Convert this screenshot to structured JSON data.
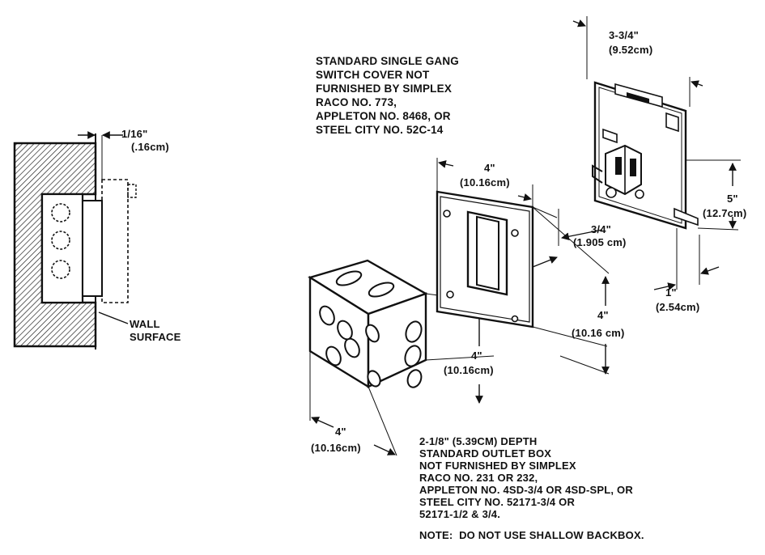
{
  "side_view": {
    "gap_dim": {
      "imperial": "1/16\"",
      "metric": "(.16cm)"
    },
    "wall_label": [
      "WALL",
      "SURFACE"
    ]
  },
  "switch_cover_note": [
    "STANDARD SINGLE GANG",
    "SWITCH COVER NOT",
    "FURNISHED BY SIMPLEX",
    "RACO NO. 773,",
    "APPLETON NO. 8468, OR",
    "STEEL CITY NO. 52C-14"
  ],
  "dimensions": {
    "device_width": {
      "imperial": "3-3/4\"",
      "metric": "(9.52cm)"
    },
    "device_height": {
      "imperial": "5\"",
      "metric": "(12.7cm)"
    },
    "device_depth": {
      "imperial": "1\"",
      "metric": "(2.54cm)"
    },
    "ring_width": {
      "imperial": "4\"",
      "metric": "(10.16cm)"
    },
    "ring_depth": {
      "imperial": "3/4\"",
      "metric": "(1.905 cm)"
    },
    "ring_height": {
      "imperial": "4\"",
      "metric": "(10.16 cm)"
    },
    "box_height": {
      "imperial": "4\"",
      "metric": "(10.16cm)"
    },
    "box_width": {
      "imperial": "4\"",
      "metric": "(10.16cm)"
    }
  },
  "outlet_box_note": [
    "2-1/8\" (5.39CM) DEPTH",
    "STANDARD OUTLET BOX",
    "NOT FURNISHED BY SIMPLEX",
    "RACO NO. 231 OR 232,",
    "APPLETON NO. 4SD-3/4 OR 4SD-SPL, OR",
    "STEEL CITY NO. 52171-3/4 OR",
    "52171-1/2 & 3/4."
  ],
  "warning_note": "NOTE:  DO NOT USE SHALLOW BACKBOX.",
  "colors": {
    "ink": "#111111",
    "paper": "#ffffff"
  }
}
